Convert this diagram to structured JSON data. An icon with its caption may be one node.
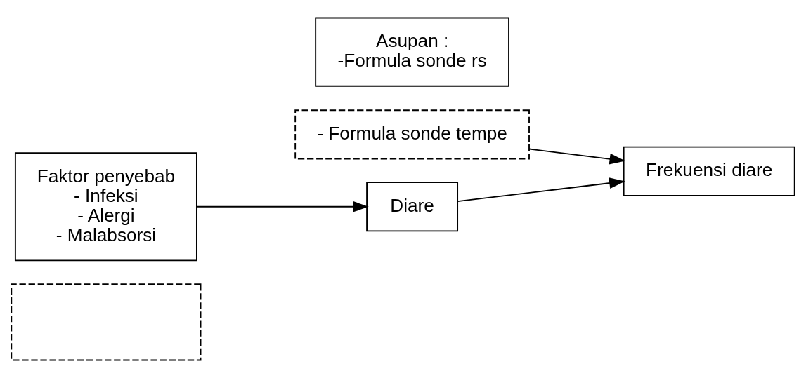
{
  "diagram": {
    "nodes": [
      {
        "text": [
          "Asupan :",
          "-Formula sonde rs"
        ]
      },
      {
        "text": [
          "- Formula sonde tempe"
        ]
      },
      {
        "text": [
          "Faktor penyebab",
          "- Infeksi",
          "- Alergi",
          "- Malabsorsi"
        ]
      },
      {
        "text": [
          "Diare"
        ]
      },
      {
        "text": [
          "Frekuensi diare"
        ]
      },
      {
        "text": [],
        "shape": "box"
      }
    ],
    "edges": [
      {
        "from": 2,
        "to": 3,
        "arrow": "to"
      },
      {
        "from": 3,
        "to": 4,
        "arrow": "to"
      },
      {
        "from": 1,
        "to": 4,
        "arrow": "to"
      }
    ]
  }
}
